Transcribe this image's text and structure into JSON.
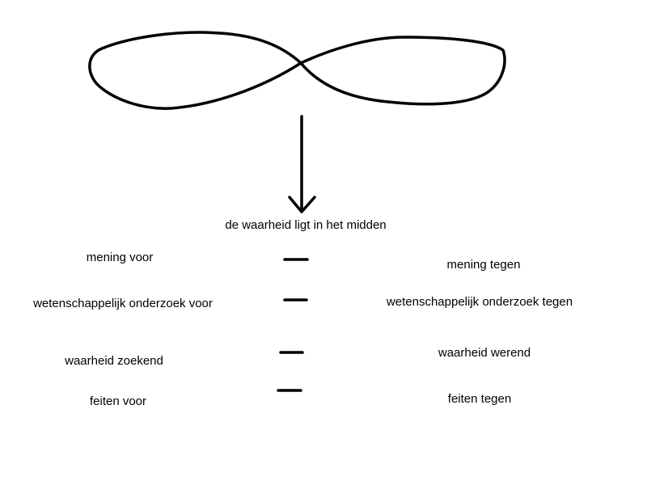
{
  "diagram": {
    "shape": "infinity-loop",
    "connector": "downward-arrow",
    "stroke_color": "#000000",
    "background_color": "#ffffff",
    "title": "de waarheid ligt in het midden",
    "rows": [
      {
        "left": "mening voor",
        "right": "mening tegen",
        "separator": "dash"
      },
      {
        "left": "wetenschappelijk onderzoek voor",
        "right": "wetenschappelijk onderzoek tegen",
        "separator": "dash"
      },
      {
        "left": "waarheid zoekend",
        "right": "waarheid werend",
        "separator": "dash"
      },
      {
        "left": "feiten voor",
        "right": "feiten tegen",
        "separator": "dash"
      }
    ]
  }
}
